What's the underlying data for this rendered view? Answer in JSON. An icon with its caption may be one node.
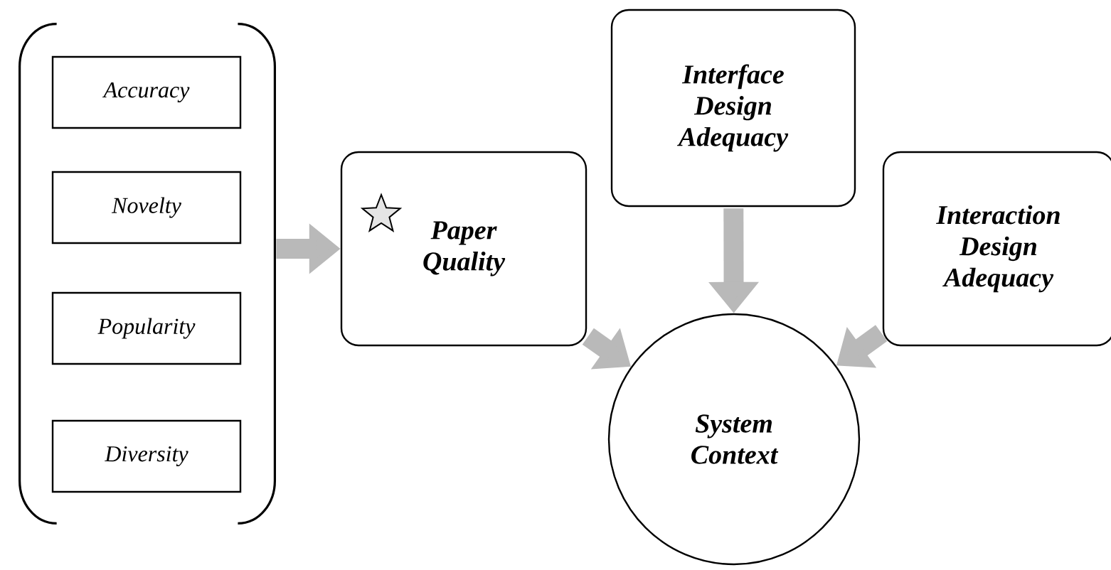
{
  "diagram": {
    "nodes": [
      {
        "text": [],
        "shape": "bracket"
      },
      {
        "text": [
          "Accuracy"
        ],
        "in": 0
      },
      {
        "text": [
          "Novelty"
        ],
        "in": 0
      },
      {
        "text": [
          "Popularity"
        ],
        "in": 0
      },
      {
        "text": [
          "Diversity"
        ],
        "in": 0
      },
      {
        "text": [
          "Paper Quality"
        ]
      },
      {
        "text": [
          "Interface Design Adequacy"
        ]
      },
      {
        "text": [
          "Interaction Design Adequacy"
        ]
      },
      {
        "text": [
          "System Context"
        ]
      }
    ],
    "edges": [
      {
        "from": 0,
        "to": 5,
        "arrow": "to"
      },
      {
        "from": 5,
        "to": 8,
        "arrow": "to"
      },
      {
        "from": 6,
        "to": 8,
        "arrow": "to"
      },
      {
        "from": 7,
        "to": 8,
        "arrow": "to"
      }
    ]
  }
}
